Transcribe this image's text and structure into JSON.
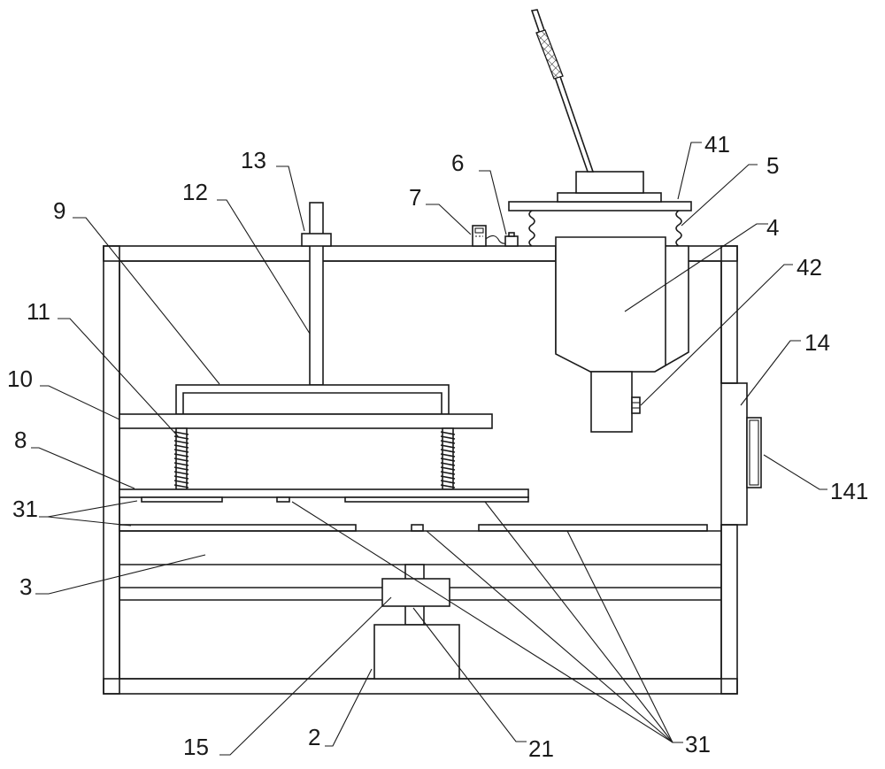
{
  "figure": {
    "type": "patent-schematic",
    "description": "Cross-section of a box-shaped apparatus with hopper, press plates, springs, motor and door"
  },
  "labels": {
    "l2": "2",
    "l3": "3",
    "l4": "4",
    "l5": "5",
    "l6": "6",
    "l7": "7",
    "l8": "8",
    "l9": "9",
    "l10": "10",
    "l11": "11",
    "l12": "12",
    "l13": "13",
    "l14": "14",
    "l15": "15",
    "l21": "21",
    "l31a": "31",
    "l31b": "31",
    "l41": "41",
    "l42": "42",
    "l141": "141"
  },
  "colors": {
    "line": "#1a1a1a",
    "background": "#ffffff"
  }
}
